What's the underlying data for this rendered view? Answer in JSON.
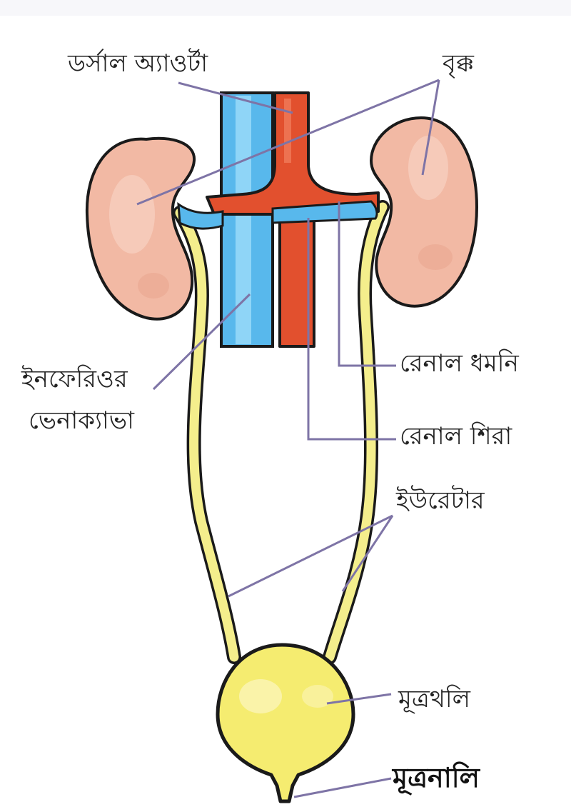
{
  "labels": {
    "dorsal_aorta": "ডর্সাল অ্যাওর্টা",
    "kidney": "বৃক্ক",
    "renal_artery": "রেনাল ধমনি",
    "inferior_vena_cava_line1": "ইনফেরিওর",
    "inferior_vena_cava_line2": "ভেনাক্যাভা",
    "renal_vein": "রেনাল শিরা",
    "ureter": "ইউরেটার",
    "urinary_bladder": "মূত্রথলি",
    "urethra": "মূত্রনালি"
  },
  "colors": {
    "kidney": "#f2b9a4",
    "kidney_outline": "#1a1a1a",
    "aorta": "#e2502e",
    "vena_cava": "#58b8ec",
    "ureter": "#f4ee8c",
    "bladder": "#f5ec70",
    "leader_line": "#7e74a6"
  }
}
